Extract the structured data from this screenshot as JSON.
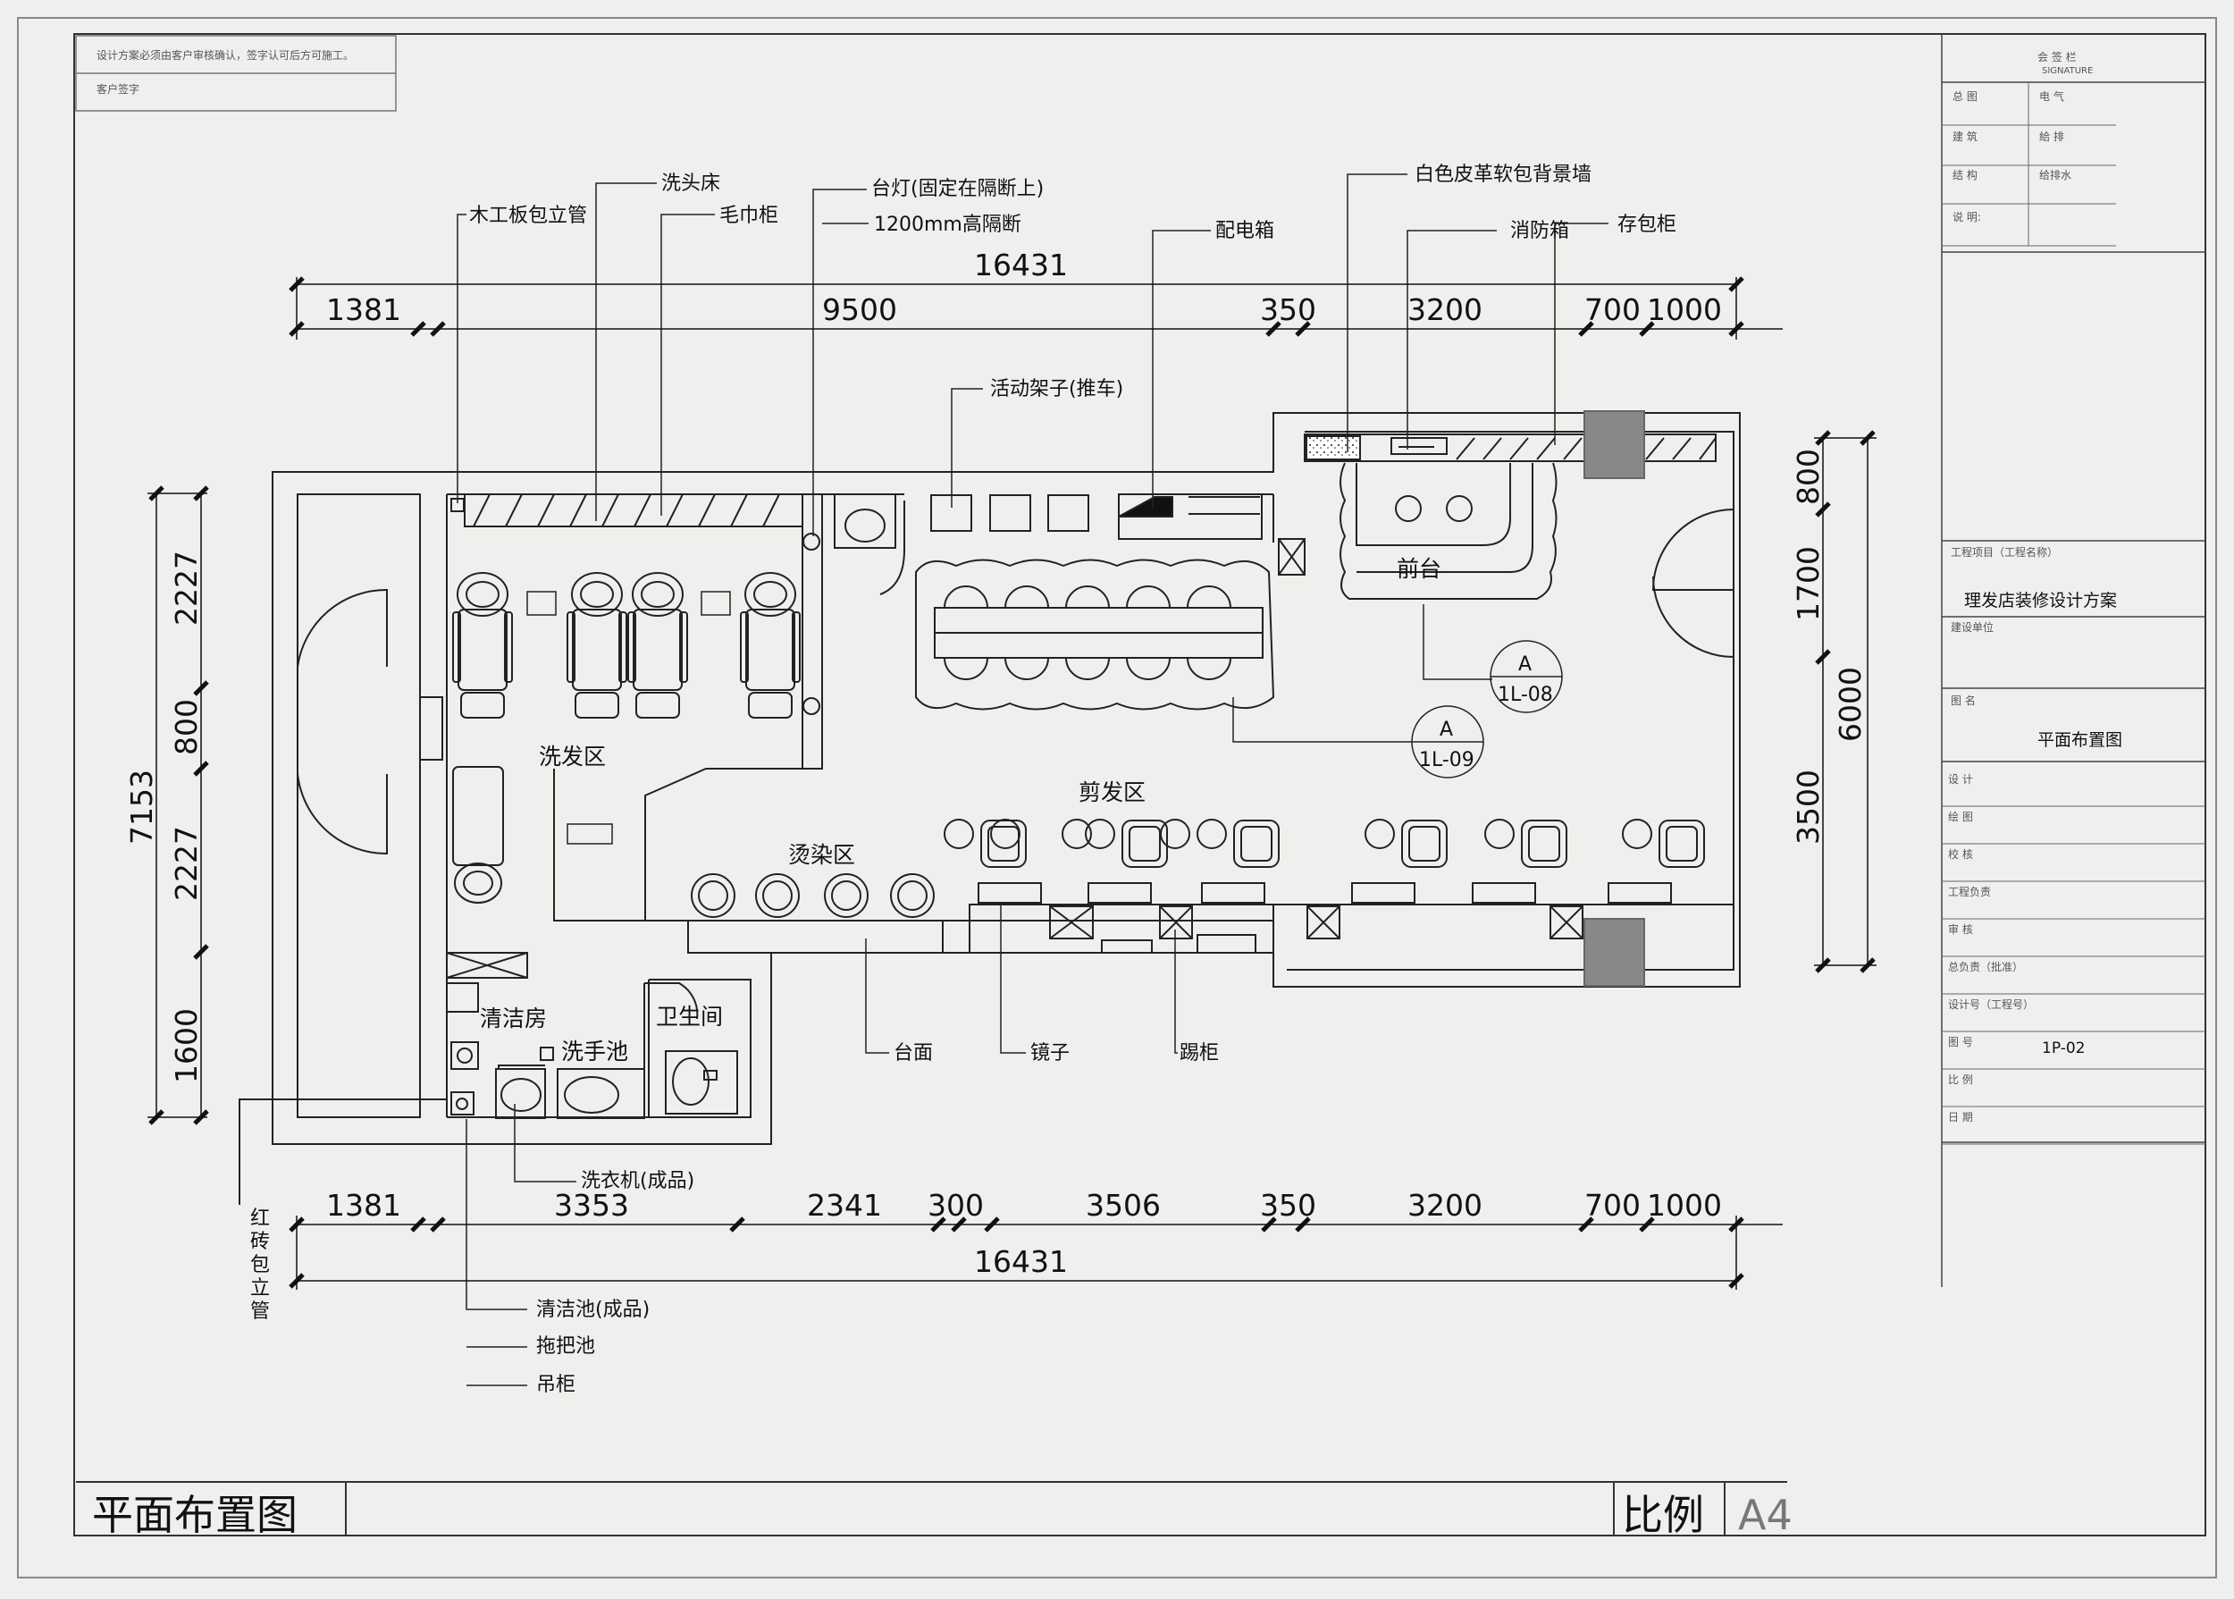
{
  "notes": {
    "line1": "设计方案必须由客户审核确认，签字认可后方可施工。",
    "line2": "客户签字"
  },
  "title_block": {
    "signature_header": "会 签 栏",
    "signature_sub": "SIGNATURE",
    "rows": [
      {
        "left": "总 图",
        "right": "电 气"
      },
      {
        "left": "建 筑",
        "right": "給 排"
      },
      {
        "left": "结 构",
        "right": "给排水"
      },
      {
        "left": "说 明:",
        "right": ""
      }
    ],
    "project_label": "工程项目（工程名称）",
    "project_name": "理发店装修设计方案",
    "client_label": "建设单位",
    "drawing_title_label": "图 名",
    "drawing_title": "平面布置图",
    "fields": [
      "设 计",
      "绘 图",
      "校 核",
      "工程负责",
      "审 核",
      "总负责（批准）",
      "设计号（工程号）",
      "图 号",
      "比 例",
      "日 期"
    ],
    "drawing_number": "1P-02"
  },
  "bottom_bar": {
    "title": "平面布置图",
    "scale_label": "比例",
    "scale_value": "A4"
  },
  "dimensions": {
    "top_total": "16431",
    "top_segments": [
      "1381",
      "9500",
      "350",
      "3200",
      "700",
      "1000"
    ],
    "bottom_segments": [
      "1381",
      "3353",
      "2341",
      "300",
      "3506",
      "350",
      "3200",
      "700",
      "1000"
    ],
    "bottom_total": "16431",
    "left_total": "7153",
    "left_segments": [
      "2227",
      "800",
      "2227",
      "1600"
    ],
    "right_total": "6000",
    "right_segments": [
      "800",
      "1700",
      "3500"
    ]
  },
  "zones": {
    "wash": "洗发区",
    "cut": "剪发区",
    "perm": "烫染区",
    "front_desk": "前台",
    "cleaning": "清洁房",
    "handwash": "洗手池",
    "toilet": "卫生间"
  },
  "callouts": {
    "wood_pipe": "木工板包立管",
    "shampoo_bed": "洗头床",
    "towel_cabinet": "毛巾柜",
    "counter_light": "台灯(固定在隔断上)",
    "partition": "1200mm高隔断",
    "electrical_box": "配电箱",
    "leather_wall": "白色皮革软包背景墙",
    "fire_box": "消防箱",
    "bag_storage": "存包柜",
    "mobile_rack": "活动架子(推车)",
    "countertop": "台面",
    "mirror": "镜子",
    "floor_cabinet": "踢柜",
    "washing_machine": "洗衣机(成品)",
    "brick_pipe": "红砖包立管",
    "cleaning_sink": "清洁池(成品)",
    "mop_sink": "拖把池",
    "wall_cabinet": "吊柜"
  },
  "section_marks": [
    {
      "letter": "A",
      "code": "1L-08"
    },
    {
      "letter": "A",
      "code": "1L-09"
    }
  ]
}
